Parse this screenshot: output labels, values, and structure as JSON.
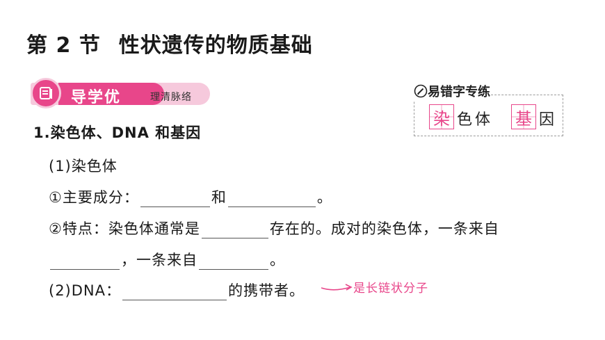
{
  "title": {
    "section": "第 2 节",
    "name": "性状遗传的物质基础"
  },
  "banner": {
    "main": "导学优",
    "sub": "理清脉络",
    "icon": "book-icon",
    "color": "#e8468a",
    "light": "#f6c9dc"
  },
  "errbox": {
    "head": "易错字专练",
    "icon": "pencil-icon",
    "c1": "染",
    "w1": "色体",
    "c2": "基",
    "w2": "因"
  },
  "content": {
    "h1": "1.染色体、DNA 和基因",
    "s1": "(1)染色体",
    "l1_a": "①主要成分：",
    "l1_b": "和",
    "l1_c": "。",
    "l2_a": "②特点：染色体通常是",
    "l2_b": "存在的。成对的染色体，一条来自",
    "l3_a": "，一条来自",
    "l3_b": "。",
    "s2_a": "(2)DNA：",
    "s2_b": "的携带者。"
  },
  "note": "是长链状分子"
}
